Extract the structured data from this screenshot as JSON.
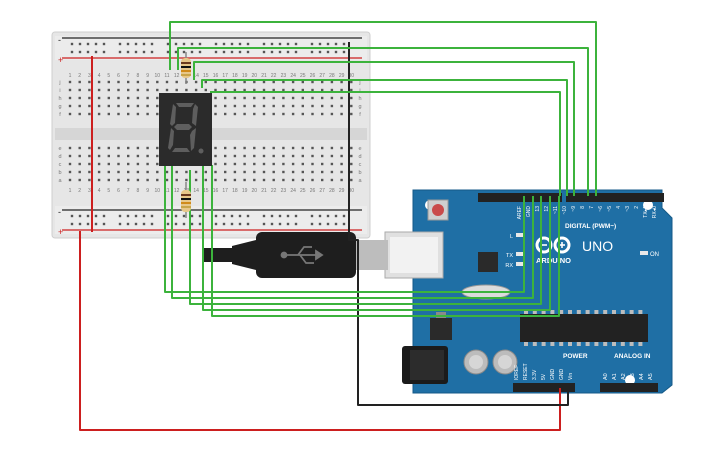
{
  "breadboard": {
    "columns": [
      "1",
      "2",
      "3",
      "4",
      "5",
      "6",
      "7",
      "8",
      "9",
      "10",
      "11",
      "12",
      "13",
      "14",
      "15",
      "16",
      "17",
      "18",
      "19",
      "20",
      "21",
      "22",
      "23",
      "24",
      "25",
      "26",
      "27",
      "28",
      "29",
      "30"
    ],
    "rows_top": [
      "j",
      "i",
      "h",
      "g",
      "f"
    ],
    "rows_bottom": [
      "e",
      "d",
      "c",
      "b",
      "a"
    ],
    "rail_plus": "+",
    "rail_minus": "-"
  },
  "arduino": {
    "brand": "ARDUINO",
    "model": "UNO",
    "on_label": "ON",
    "digital_header": "DIGITAL (PWM~)",
    "digital_pins": [
      "AREF",
      "GND",
      "13",
      "12",
      "~11",
      "~10",
      "~9",
      "8",
      "7",
      "~6",
      "~5",
      "4",
      "~3",
      "2",
      "TX▸1",
      "RX◂0"
    ],
    "led_labels": [
      "L",
      "TX",
      "RX"
    ],
    "power_header": "POWER",
    "power_pins": [
      "IOREF",
      "RESET",
      "3.3V",
      "5V",
      "GND",
      "GND",
      "Vin"
    ],
    "analog_header": "ANALOG IN",
    "analog_pins": [
      "A0",
      "A1",
      "A2",
      "A3",
      "A4",
      "A5"
    ]
  },
  "colors": {
    "board": "#1f6fa5",
    "wire_green": "#3cb33c",
    "wire_red": "#cc1f1f",
    "wire_black": "#222222",
    "display": "#2b2b2b",
    "breadboard": "#e8e8e8"
  },
  "components": {
    "display_icon": "seven-segment-display-icon",
    "resistor_icon": "resistor-icon",
    "usb_icon": "usb-symbol-icon",
    "logo_icon": "arduino-infinity-logo-icon"
  }
}
